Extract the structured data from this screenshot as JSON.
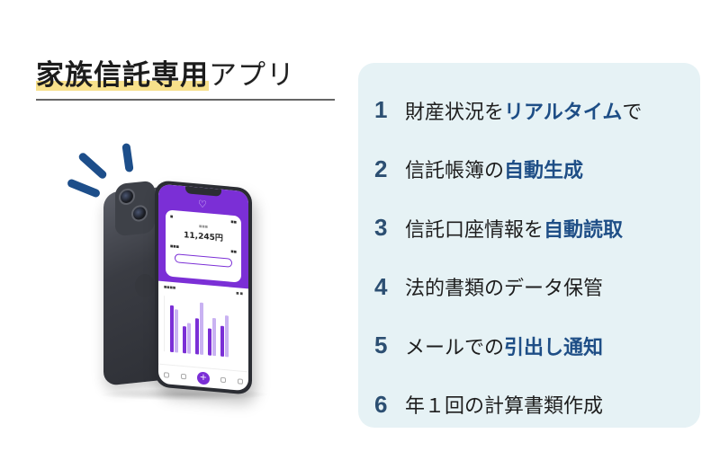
{
  "header": {
    "title_highlight": "家族信託専用",
    "title_rest": "アプリ"
  },
  "phone": {
    "balance": "11,245円",
    "heart_glyph": "♡",
    "plus_glyph": "+",
    "accent_color": "#7b2fd6"
  },
  "features": [
    {
      "num": "1",
      "text": "財産状況を",
      "emphasis": "リアルタイム",
      "suffix": "で"
    },
    {
      "num": "2",
      "text": "信託帳簿の",
      "emphasis": "自動生成",
      "suffix": ""
    },
    {
      "num": "3",
      "text": "信託口座情報を",
      "emphasis": "自動読取",
      "suffix": ""
    },
    {
      "num": "4",
      "text": "法的書類のデータ保管",
      "emphasis": "",
      "suffix": ""
    },
    {
      "num": "5",
      "text": "メールでの",
      "emphasis": "引出し通知",
      "suffix": ""
    },
    {
      "num": "6",
      "text": "年１回の計算書類作成",
      "emphasis": "",
      "suffix": ""
    }
  ],
  "colors": {
    "panel_bg": "#e6f2f5",
    "number": "#2c4f72",
    "emphasis": "#1e4e86",
    "highlight": "#f6dd7e",
    "burst": "#1d4e8a"
  }
}
